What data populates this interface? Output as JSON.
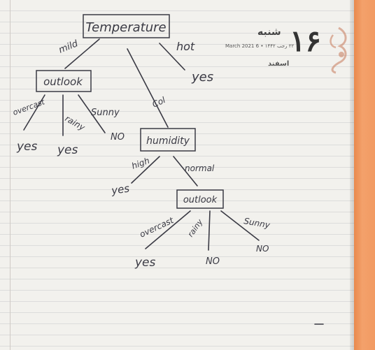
{
  "planner": {
    "day_number": "۱۶",
    "weekday": "شنبه",
    "date_line": "۲۲ رجب ۱۴۴۲ • 6 March 2021",
    "month": "اسفند"
  },
  "tree": {
    "nodes": {
      "root": "Temperature",
      "outlook_1": "outlook",
      "humidity": "humidity",
      "outlook_2": "outlook"
    },
    "leaves": {
      "hot_yes": "yes",
      "overcast_yes": "yes",
      "rainy_yes": "yes",
      "sunny_no": "NO",
      "high_yes": "yes",
      "overcast2_yes": "yes",
      "rainy2_no": "NO",
      "sunny2_no": "NO"
    },
    "edge_labels": {
      "mild": "mild",
      "hot": "hot",
      "cool": "Col",
      "overcast": "overcast",
      "rainy": "rainy",
      "sunny": "Sunny",
      "high": "high",
      "normal": "normal",
      "overcast2": "overcast",
      "rainy2": "rainy",
      "sunny2": "Sunny"
    }
  },
  "colors": {
    "ink": "#3a3a44",
    "paper": "#f2f1ed",
    "tab": "#f29a62"
  }
}
